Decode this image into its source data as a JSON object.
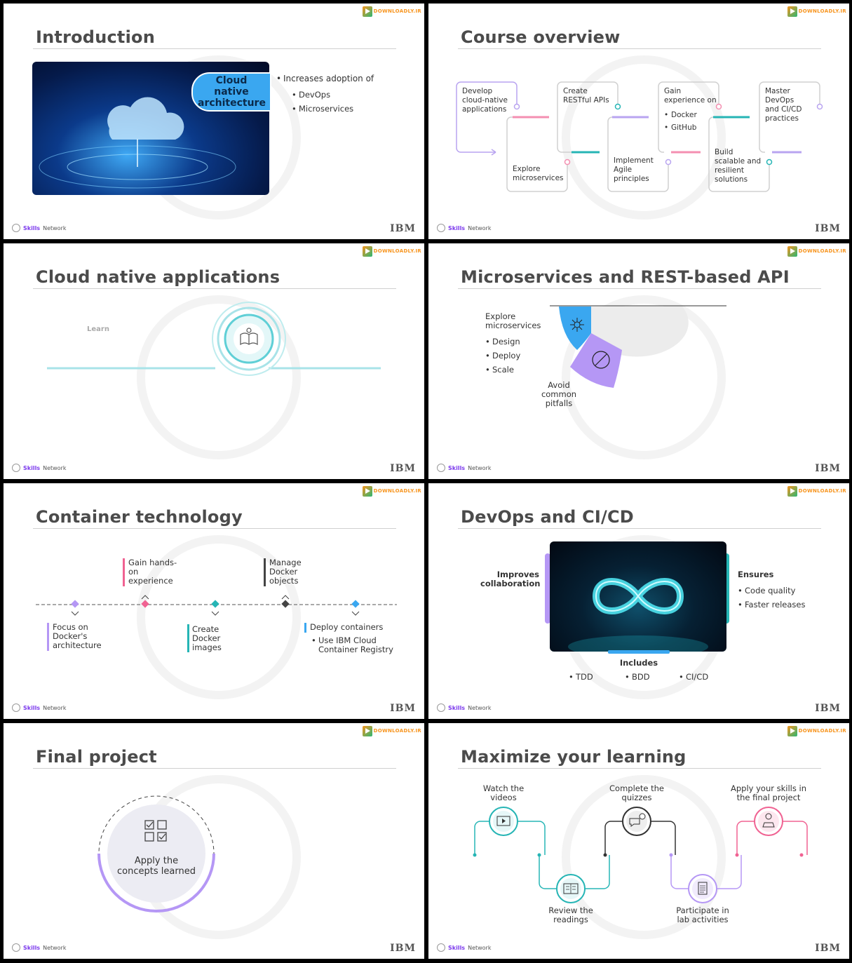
{
  "watermark": "DOWNLOADLY.IR",
  "footer": {
    "brand_bold": "Skills",
    "brand_rest": "Network",
    "ibm": "IBM"
  },
  "slides": {
    "intro": {
      "title": "Introduction",
      "badge": "Cloud native architecture",
      "bullet": "Increases adoption of",
      "sub": [
        "DevOps",
        "Microservices"
      ]
    },
    "overview": {
      "title": "Course overview",
      "steps": [
        "Develop cloud-native applications",
        "Explore microservices",
        "Create RESTful APIs",
        "Implement Agile principles",
        "Gain experience on",
        "Build scalable and resilient solutions",
        "Master DevOps and CI/CD practices"
      ],
      "gain_items": [
        "Docker",
        "GitHub"
      ]
    },
    "cloud": {
      "title": "Cloud native applications",
      "learn": "Learn"
    },
    "micro": {
      "title": "Microservices and REST-based API",
      "explore": "Explore microservices",
      "items": [
        "Design",
        "Deploy",
        "Scale"
      ],
      "avoid": "Avoid common pitfalls"
    },
    "container": {
      "title": "Container technology",
      "gain": "Gain hands-on experience",
      "manage": "Manage Docker objects",
      "focus": "Focus on Docker's architecture",
      "create": "Create Docker images",
      "deploy": "Deploy containers",
      "deploy_sub": "Use IBM Cloud Container Registry"
    },
    "devops": {
      "title": "DevOps and CI/CD",
      "improves": "Improves collaboration",
      "ensures": "Ensures",
      "ensures_items": [
        "Code quality",
        "Faster releases"
      ],
      "includes": "Includes",
      "includes_items": [
        "TDD",
        "BDD",
        "CI/CD"
      ]
    },
    "final": {
      "title": "Final project",
      "text": "Apply the concepts learned"
    },
    "maximize": {
      "title": "Maximize your learning",
      "steps": [
        "Watch the videos",
        "Review the readings",
        "Complete the quizzes",
        "Participate in lab activities",
        "Apply your skills in the final project"
      ]
    }
  }
}
